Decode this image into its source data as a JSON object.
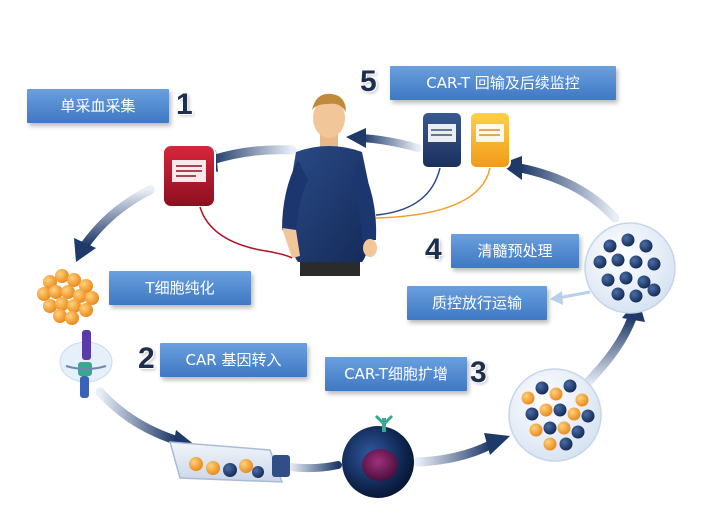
{
  "steps": [
    {
      "number": "1",
      "label": "单采血采集"
    },
    {
      "number": "2",
      "label": "CAR 基因转入"
    },
    {
      "number": "3",
      "label": "CAR-T细胞扩增"
    },
    {
      "number": "4",
      "label": "清髓预处理"
    },
    {
      "number": "5",
      "label": "CAR-T 回输及后续监控"
    }
  ],
  "extra_labels": {
    "purification": "T细胞纯化",
    "quality": "质控放行运输"
  },
  "colors": {
    "label_blue": "#4f86cf",
    "arrow_navy": "#1f3a68",
    "number_navy": "#1d2f4d",
    "blood_red": "#b0142a",
    "cell_orange": "#f5a02a"
  },
  "icons": [
    "patient-figure",
    "blood-bag-icon",
    "t-cell-cluster-icon",
    "car-receptor-icon",
    "culture-flask-icon",
    "car-t-cell-icon",
    "cell-mixture-icon",
    "cell-dish-icon",
    "infusion-bags-icon"
  ]
}
